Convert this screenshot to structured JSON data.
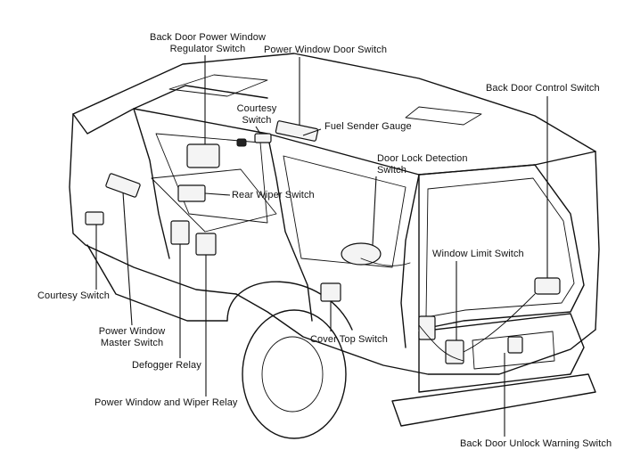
{
  "labels": {
    "back_door_power_window_line1": "Back Door Power Window",
    "back_door_power_window_line2": "Regulator Switch",
    "power_window_door_switch": "Power Window Door Switch",
    "back_door_control_switch": "Back Door Control Switch",
    "courtesy_switch_top_line1": "Courtesy",
    "courtesy_switch_top_line2": "Switch",
    "fuel_sender_gauge": "Fuel Sender Gauge",
    "door_lock_detection_line1": "Door Lock Detection",
    "door_lock_detection_line2": "Switch",
    "rear_wiper_switch": "Rear Wiper Switch",
    "window_limit_switch": "Window Limit Switch",
    "courtesy_switch_left": "Courtesy Switch",
    "power_window_master_line1": "Power Window",
    "power_window_master_line2": "Master Switch",
    "defogger_relay": "Defogger Relay",
    "cover_top_switch": "Cover Top Switch",
    "power_window_wiper_relay": "Power Window and Wiper Relay",
    "back_door_unlock_warning_switch": "Back Door Unlock Warning Switch"
  }
}
